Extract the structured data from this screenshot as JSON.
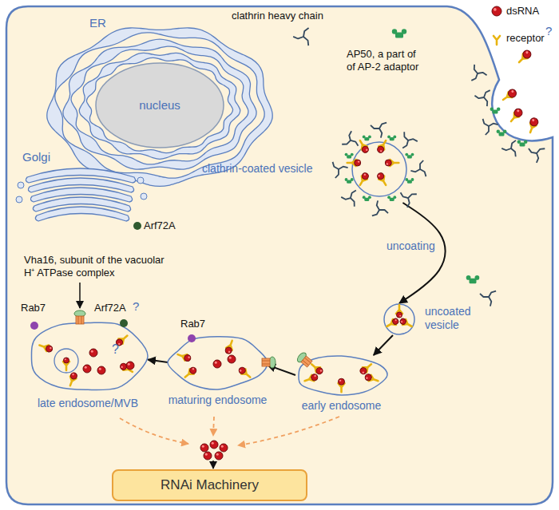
{
  "diagram": {
    "nodes": [
      {
        "text": [
          "nucleus"
        ]
      },
      {
        "text": [
          "clathrin-coated vesicle"
        ]
      },
      {
        "text": [
          "uncoated vesicle"
        ]
      },
      {
        "text": [
          "early endosome"
        ]
      },
      {
        "text": [
          "maturing endosome"
        ]
      },
      {
        "text": [
          "late endosome/MVB"
        ]
      },
      {
        "text": [
          "RNAi Machinery"
        ]
      }
    ],
    "edges": [
      {
        "from": 1,
        "to": 2,
        "arrow": "to",
        "label": "uncoating"
      },
      {
        "from": 2,
        "to": 3,
        "arrow": "to"
      },
      {
        "from": 3,
        "to": 4,
        "arrow": "to"
      },
      {
        "from": 4,
        "to": 5,
        "arrow": "to"
      }
    ],
    "labels": [
      "ER",
      "Golgi",
      "Arf72A",
      "clathrin heavy chain",
      "AP50, a part of of AP-2 adaptor",
      "dsRNA",
      "receptor",
      "?",
      "Vha16, subunit of the vacuolar H⁺ ATPase complex",
      "Rab7",
      "Arf72A",
      "?",
      "Rab7",
      "?"
    ]
  }
}
